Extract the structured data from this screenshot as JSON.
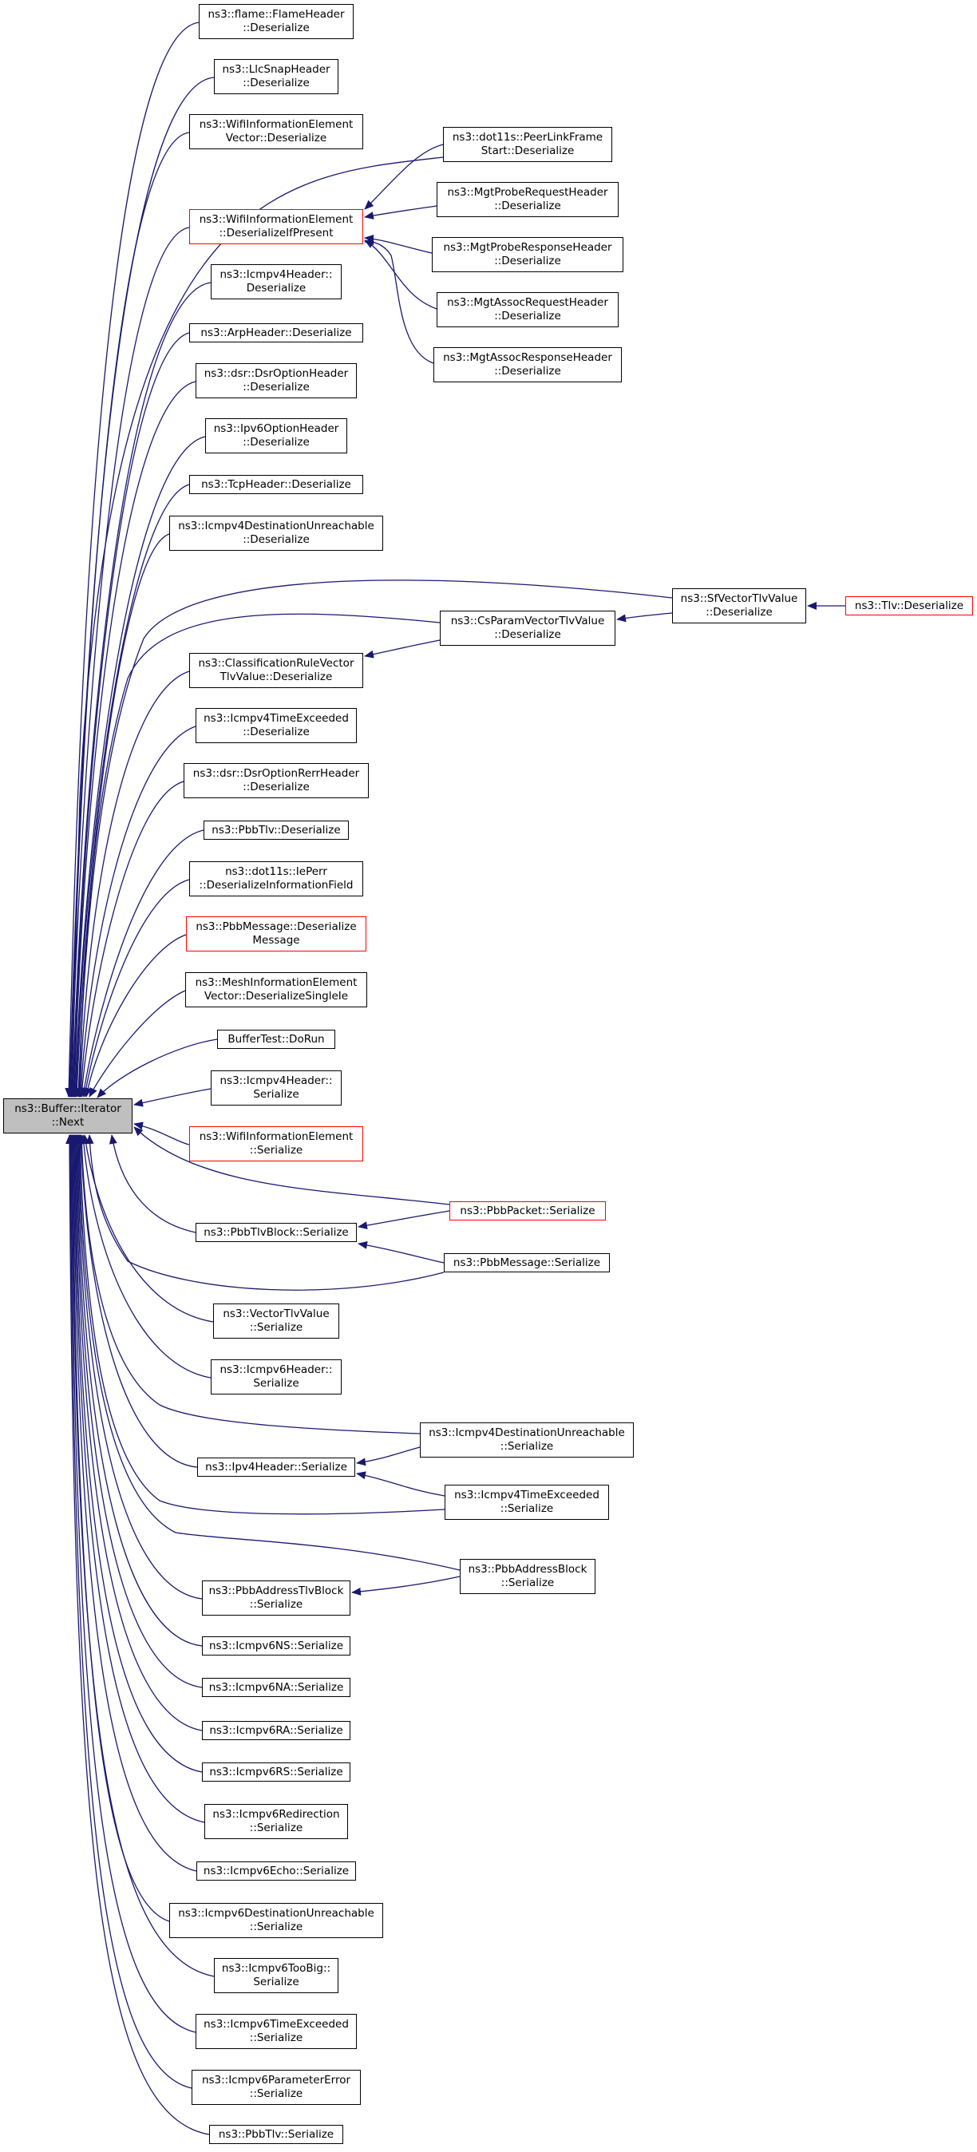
{
  "graph_colors": {
    "edge": "#191970",
    "node_border": "#000000",
    "incomplete_border": "#ff0000",
    "root_fill": "#bfbfbf"
  },
  "nodes": {
    "root": [
      "ns3::Buffer::Iterator",
      "::Next"
    ],
    "flame": [
      "ns3::flame::FlameHeader",
      "::Deserialize"
    ],
    "llc": [
      "ns3::LlcSnapHeader",
      "::Deserialize"
    ],
    "wievd": [
      "ns3::WifiInformationElement",
      "Vector::Deserialize"
    ],
    "wiedip": [
      "ns3::WifiInformationElement",
      "::DeserializeIfPresent"
    ],
    "peer": [
      "ns3::dot11s::PeerLinkFrame",
      "Start::Deserialize"
    ],
    "mgtpreq": [
      "ns3::MgtProbeRequestHeader",
      "::Deserialize"
    ],
    "mgtpresp": [
      "ns3::MgtProbeResponseHeader",
      "::Deserialize"
    ],
    "mgtareq": [
      "ns3::MgtAssocRequestHeader",
      "::Deserialize"
    ],
    "mgtaresp": [
      "ns3::MgtAssocResponseHeader",
      "::Deserialize"
    ],
    "icmp4hd": [
      "ns3::Icmpv4Header::",
      "Deserialize"
    ],
    "arp": [
      "ns3::ArpHeader::Deserialize"
    ],
    "dsropt": [
      "ns3::dsr::DsrOptionHeader",
      "::Deserialize"
    ],
    "ipv6opt": [
      "ns3::Ipv6OptionHeader",
      "::Deserialize"
    ],
    "tcp": [
      "ns3::TcpHeader::Deserialize"
    ],
    "icmp4du_d": [
      "ns3::Icmpv4DestinationUnreachable",
      "::Deserialize"
    ],
    "sfvec": [
      "ns3::SfVectorTlvValue",
      "::Deserialize"
    ],
    "tlv": [
      "ns3::Tlv::Deserialize"
    ],
    "csparam": [
      "ns3::CsParamVectorTlvValue",
      "::Deserialize"
    ],
    "classif": [
      "ns3::ClassificationRuleVector",
      "TlvValue::Deserialize"
    ],
    "icmp4te_d": [
      "ns3::Icmpv4TimeExceeded",
      "::Deserialize"
    ],
    "dsrerr": [
      "ns3::dsr::DsrOptionRerrHeader",
      "::Deserialize"
    ],
    "pbbtlv_d": [
      "ns3::PbbTlv::Deserialize"
    ],
    "ieperr": [
      "ns3::dot11s::IePerr",
      "::DeserializeInformationField"
    ],
    "pbbmsg_d": [
      "ns3::PbbMessage::Deserialize",
      "Message"
    ],
    "meshie": [
      "ns3::MeshInformationElement",
      "Vector::DeserializeSingleIe"
    ],
    "buftest": [
      "BufferTest::DoRun"
    ],
    "icmp4hs": [
      "ns3::Icmpv4Header::",
      "Serialize"
    ],
    "wies": [
      "ns3::WifiInformationElement",
      "::Serialize"
    ],
    "pbbpkt": [
      "ns3::PbbPacket::Serialize"
    ],
    "pbbtlvblk": [
      "ns3::PbbTlvBlock::Serialize"
    ],
    "pbbmsg_s": [
      "ns3::PbbMessage::Serialize"
    ],
    "vectlv": [
      "ns3::VectorTlvValue",
      "::Serialize"
    ],
    "icmp6hs": [
      "ns3::Icmpv6Header::",
      "Serialize"
    ],
    "icmp4du_s": [
      "ns3::Icmpv4DestinationUnreachable",
      "::Serialize"
    ],
    "ipv4hs": [
      "ns3::Ipv4Header::Serialize"
    ],
    "icmp4te_s": [
      "ns3::Icmpv4TimeExceeded",
      "::Serialize"
    ],
    "pbbaddr": [
      "ns3::PbbAddressBlock",
      "::Serialize"
    ],
    "pbbaddrtlv": [
      "ns3::PbbAddressTlvBlock",
      "::Serialize"
    ],
    "icmp6ns": [
      "ns3::Icmpv6NS::Serialize"
    ],
    "icmp6na": [
      "ns3::Icmpv6NA::Serialize"
    ],
    "icmp6ra": [
      "ns3::Icmpv6RA::Serialize"
    ],
    "icmp6rs": [
      "ns3::Icmpv6RS::Serialize"
    ],
    "icmp6redir": [
      "ns3::Icmpv6Redirection",
      "::Serialize"
    ],
    "icmp6echo": [
      "ns3::Icmpv6Echo::Serialize"
    ],
    "icmp6du": [
      "ns3::Icmpv6DestinationUnreachable",
      "::Serialize"
    ],
    "icmp6tb": [
      "ns3::Icmpv6TooBig::",
      "Serialize"
    ],
    "icmp6te": [
      "ns3::Icmpv6TimeExceeded",
      "::Serialize"
    ],
    "icmp6pe": [
      "ns3::Icmpv6ParameterError",
      "::Serialize"
    ],
    "pbbtlv_s": [
      "ns3::PbbTlv::Serialize"
    ]
  }
}
